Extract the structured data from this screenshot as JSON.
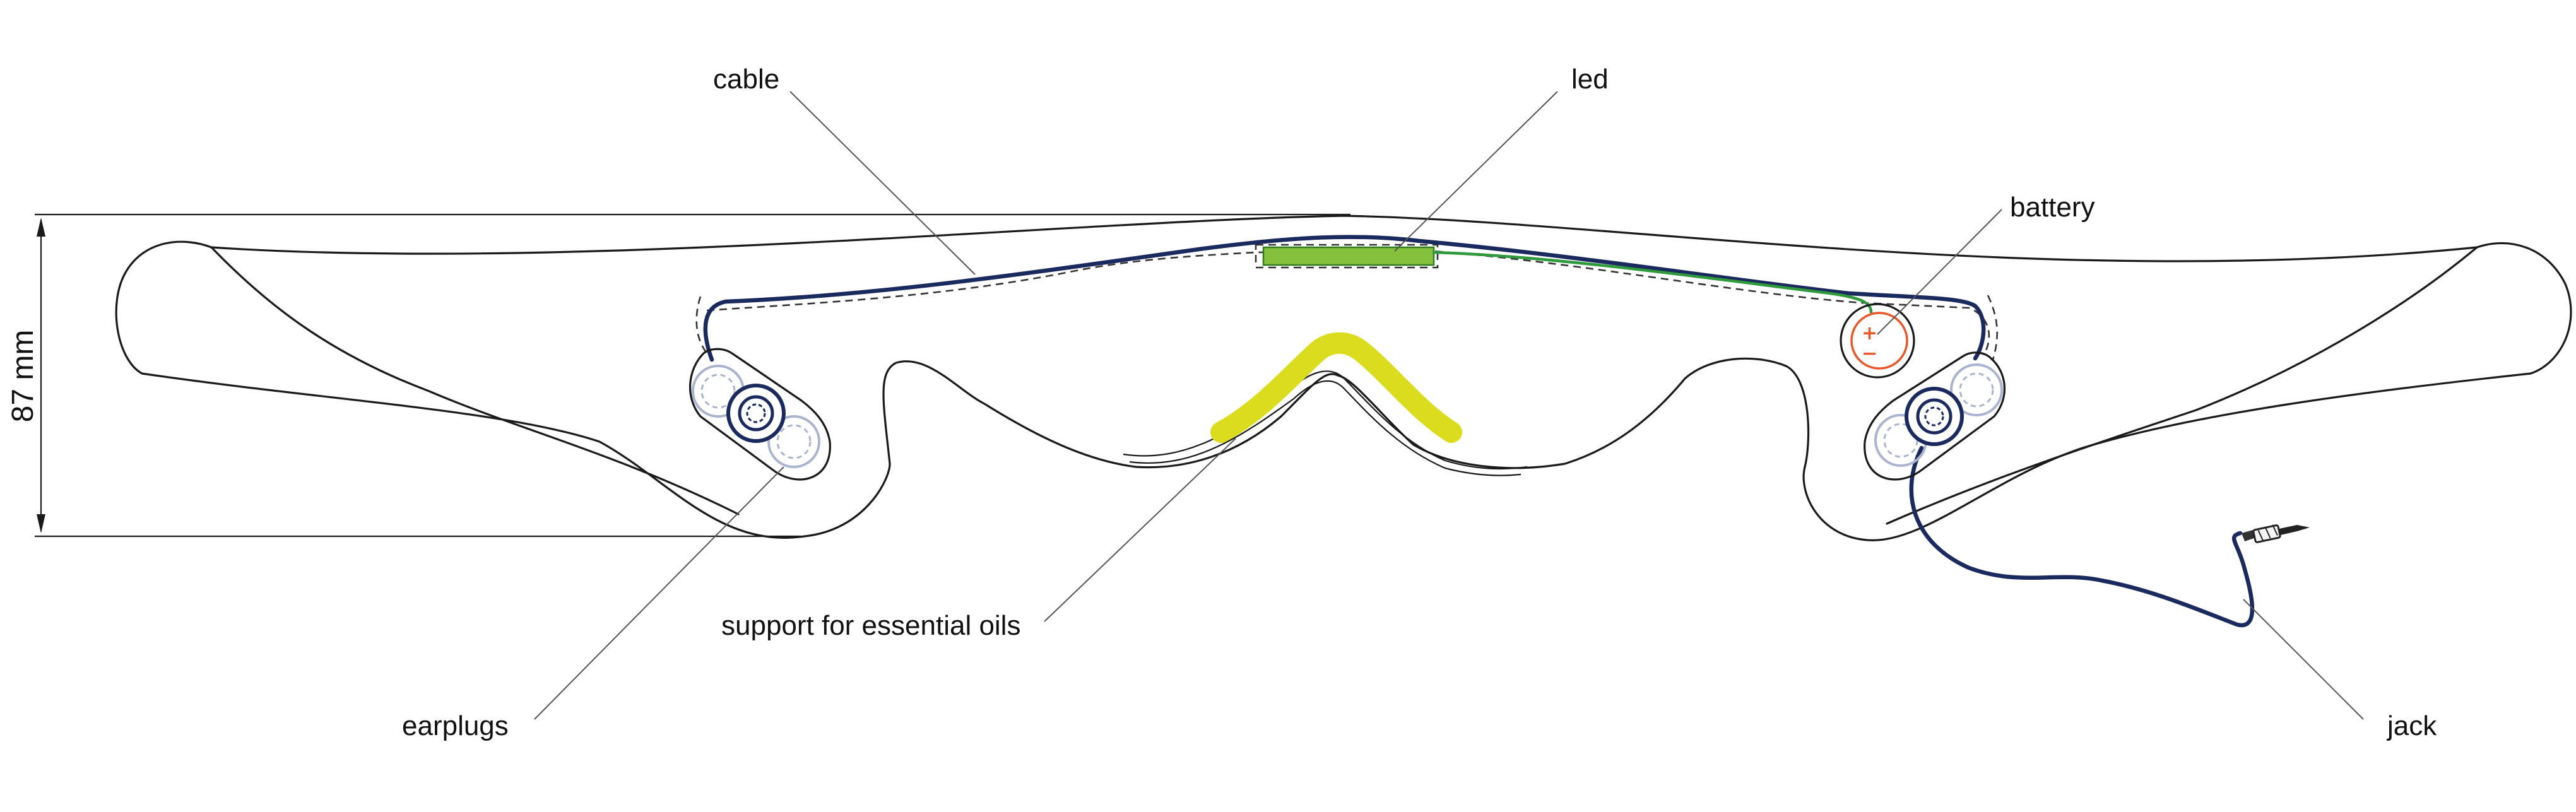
{
  "labels": {
    "cable": "cable",
    "led": "led",
    "battery": "battery",
    "support": "support for essential oils",
    "earplugs": "earplugs",
    "jack": "jack"
  },
  "dimension": {
    "height_label": "87 mm"
  },
  "battery_symbols": {
    "plus": "+",
    "minus": "−"
  },
  "colors": {
    "cable": "#1b2a5e",
    "led": "#86c13d",
    "led_stroke": "#2f7d1f",
    "led_wire": "#2e9a3c",
    "oil_support": "#dcdc1e",
    "battery": "#e8562a",
    "earplug_outer": "#aab4cf",
    "earplug_active": "#1b2a5e"
  },
  "icons": {
    "jack_connector": "audio-jack-icon",
    "battery": "battery-cell-icon",
    "earplug": "earplug-icon"
  }
}
